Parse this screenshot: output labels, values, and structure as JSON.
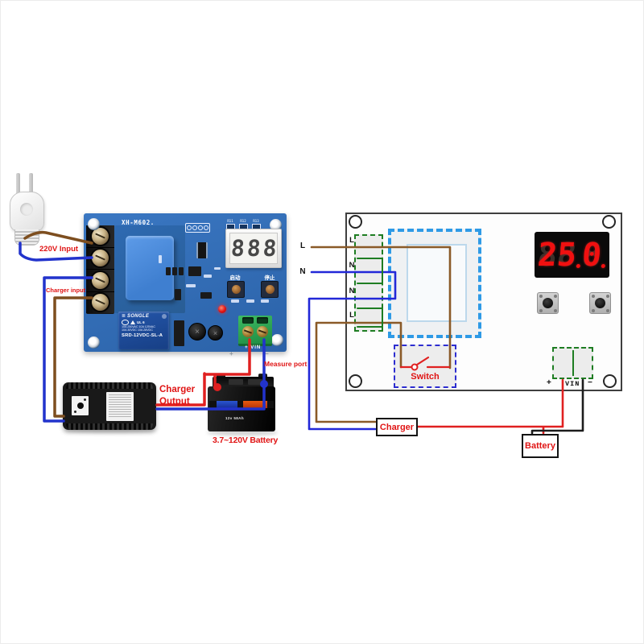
{
  "left_module": {
    "board_label": "XH-M602.",
    "silk_refs": [
      "R11",
      "R12",
      "R13"
    ],
    "display_value": "888",
    "btn_start": "启动",
    "btn_stop": "停止",
    "relay": {
      "brand": "SONGLE",
      "certs": "UL 6",
      "ratings1": "10A 250VAC  10A 125VAC",
      "ratings2": "10A 30VDC   10A 28VDC",
      "model": "SRD-12VDC-SL-A"
    },
    "vin_silk": "+ VIN -",
    "ghost_plus": "+",
    "ghost_minus": "−",
    "battery_text": "12v 58Ah"
  },
  "annotations": {
    "v220_input": "220V Input",
    "charger_input": "Charger input",
    "charger_output1": "Charger",
    "charger_output2": "Output",
    "measure_port": "Measure port",
    "battery_range": "3.7~120V Battery"
  },
  "diagram": {
    "external_l": "L",
    "external_n": "N",
    "terminals": [
      "L",
      "N",
      "N",
      "L"
    ],
    "display_digits": [
      "2",
      "5",
      "0"
    ],
    "switch_label": "Switch",
    "charger_label": "Charger",
    "battery_label": "Battery",
    "vin_plus": "+",
    "vin_text": "VIN",
    "vin_minus": "−"
  },
  "colors": {
    "pcb_blue": "#2f6cb5",
    "annotation_red": "#e01414",
    "wire_brown": "#7d4e1f",
    "wire_blue": "#2233cc",
    "wire_red": "#e02020",
    "wire_black": "#1c1c1c",
    "diagram_green": "#1e7d22",
    "transformer_dash_blue": "#2e9ae6",
    "switch_dash_blue": "#2d2dd0",
    "segment_red": "#f01010"
  }
}
